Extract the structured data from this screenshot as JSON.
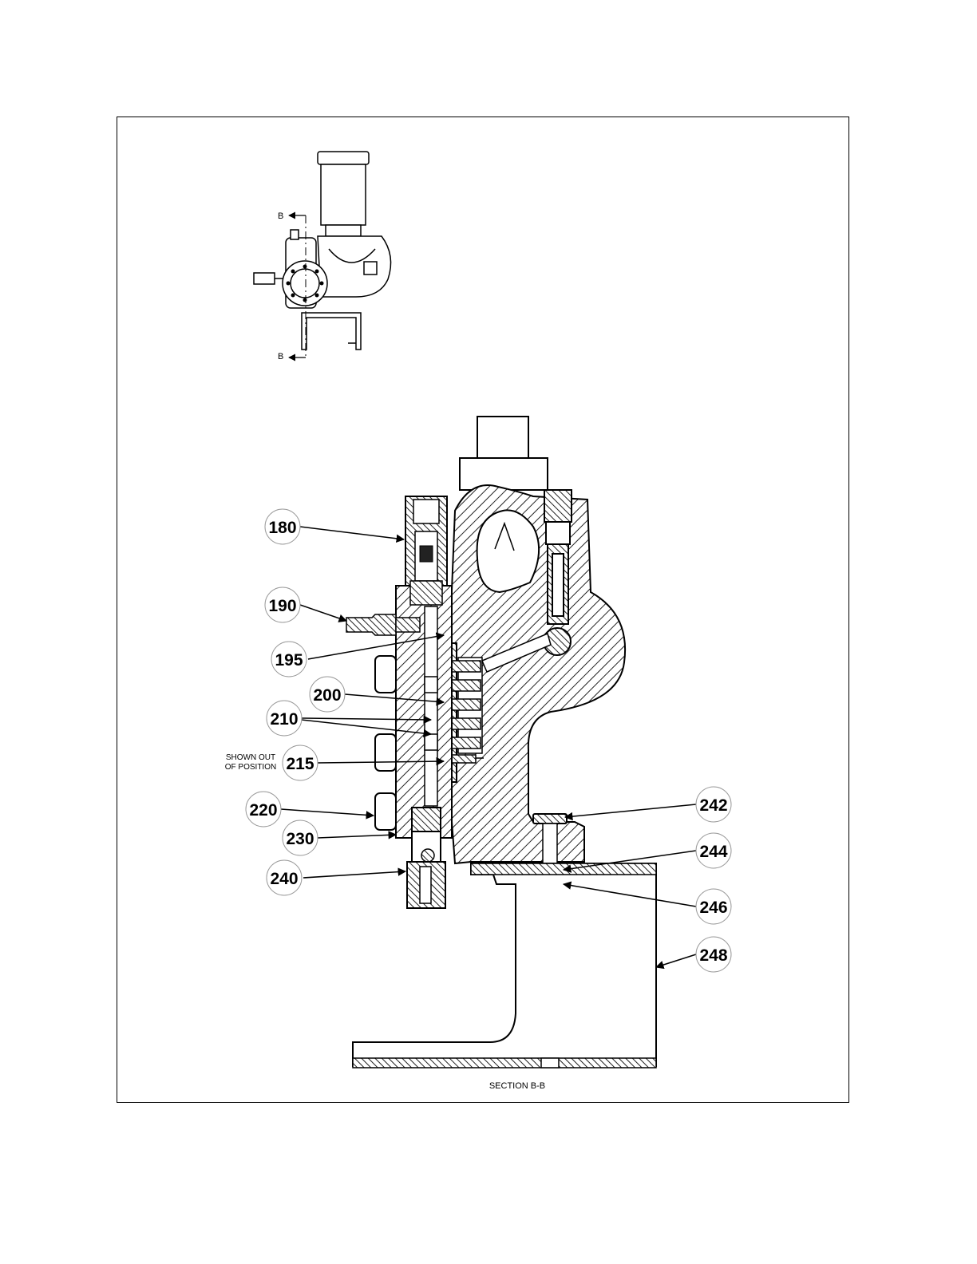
{
  "view": {
    "section_marker_top": "B",
    "section_marker_bottom": "B",
    "caption": "SECTION B-B"
  },
  "callouts": [
    {
      "id": "c180",
      "label": "180"
    },
    {
      "id": "c190",
      "label": "190"
    },
    {
      "id": "c195",
      "label": "195"
    },
    {
      "id": "c200",
      "label": "200"
    },
    {
      "id": "c210",
      "label": "210"
    },
    {
      "id": "c215",
      "label": "215"
    },
    {
      "id": "c220",
      "label": "220"
    },
    {
      "id": "c230",
      "label": "230"
    },
    {
      "id": "c240",
      "label": "240"
    },
    {
      "id": "c242",
      "label": "242"
    },
    {
      "id": "c244",
      "label": "244"
    },
    {
      "id": "c246",
      "label": "246"
    },
    {
      "id": "c248",
      "label": "248"
    }
  ],
  "note": {
    "line1": "SHOWN OUT",
    "line2": "OF POSITION"
  }
}
